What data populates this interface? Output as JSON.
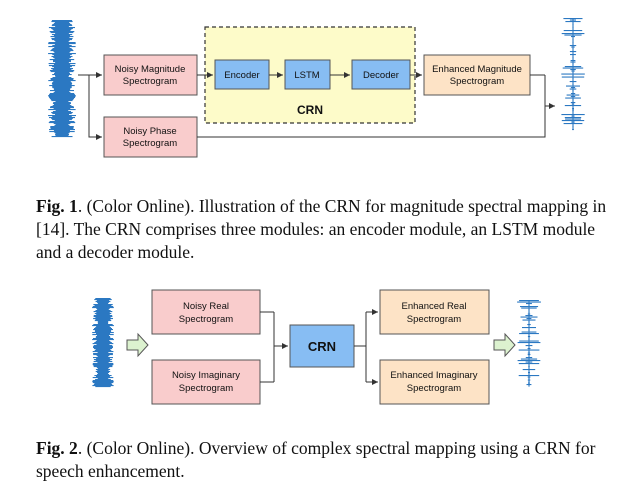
{
  "figure1": {
    "noisy_mag_line1": "Noisy Magnitude",
    "noisy_mag_line2": "Spectrogram",
    "noisy_phase_line1": "Noisy Phase",
    "noisy_phase_line2": "Spectrogram",
    "encoder": "Encoder",
    "lstm": "LSTM",
    "decoder": "Decoder",
    "crn": "CRN",
    "enhanced_mag_line1": "Enhanced Magnitude",
    "enhanced_mag_line2": "Spectrogram",
    "caption_label": "Fig. 1",
    "caption_text": ". (Color Online). Illustration of the CRN for magnitude spectral mapping in [14]. The CRN comprises three modules: an encoder module, an LSTM module and a decoder module."
  },
  "figure2": {
    "noisy_real_line1": "Noisy Real",
    "noisy_real_line2": "Spectrogram",
    "noisy_imag_line1": "Noisy Imaginary",
    "noisy_imag_line2": "Spectrogram",
    "crn": "CRN",
    "enhanced_real_line1": "Enhanced Real",
    "enhanced_real_line2": "Spectrogram",
    "enhanced_imag_line1": "Enhanced Imaginary",
    "enhanced_imag_line2": "Spectrogram",
    "caption_label": "Fig. 2",
    "caption_text": ". (Color Online). Overview of complex spectral mapping using a CRN for speech enhancement."
  },
  "colors": {
    "pink": "#f9cccc",
    "peach": "#fde3c6",
    "blue": "#87bdf3",
    "yellow": "#fdfbc9",
    "wave": "#2b78c2",
    "green": "#dcf2cf"
  }
}
